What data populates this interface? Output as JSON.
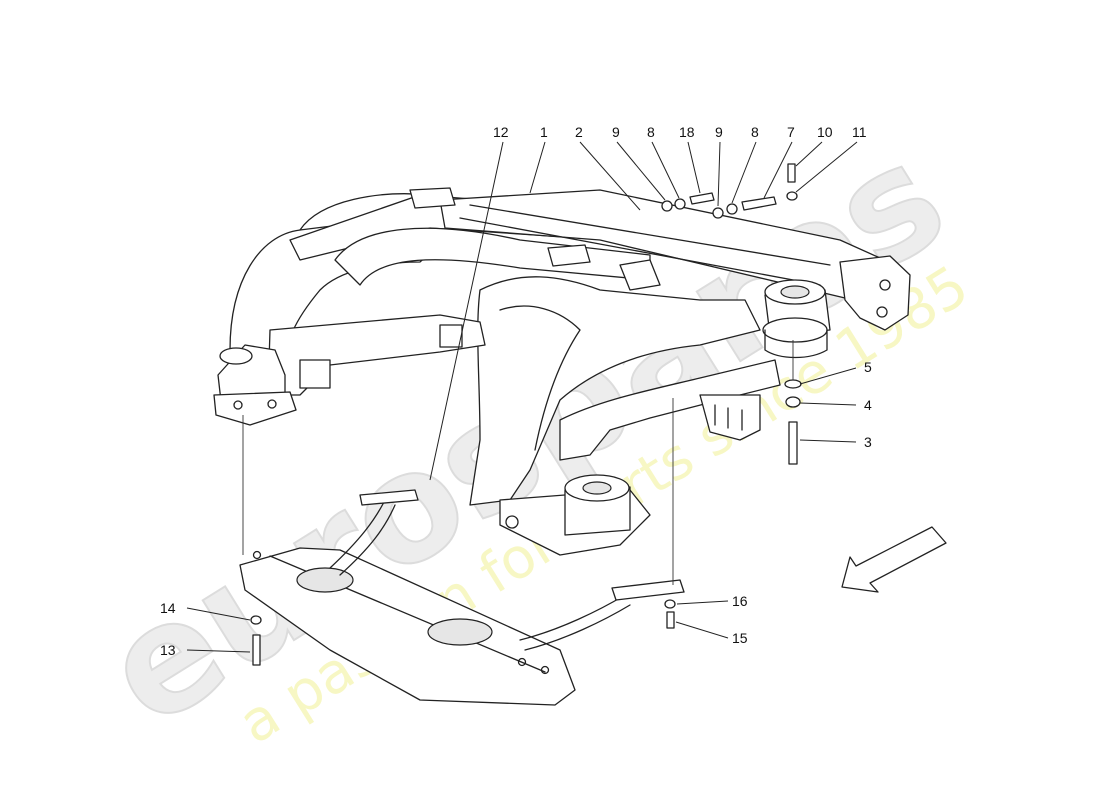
{
  "watermark": {
    "logo_text": "eurospares",
    "tagline": "a passion for parts since 1985"
  },
  "callouts": {
    "c1": "1",
    "c2": "2",
    "c3": "3",
    "c4": "4",
    "c5": "5",
    "c7": "7",
    "c8a": "8",
    "c8b": "8",
    "c9a": "9",
    "c9b": "9",
    "c10": "10",
    "c11": "11",
    "c12": "12",
    "c13": "13",
    "c14": "14",
    "c15": "15",
    "c16": "16",
    "c18": "18"
  },
  "colors": {
    "line": "#222222",
    "watermark_logo": "#ededed",
    "watermark_tagline": "#f7f7c4"
  }
}
